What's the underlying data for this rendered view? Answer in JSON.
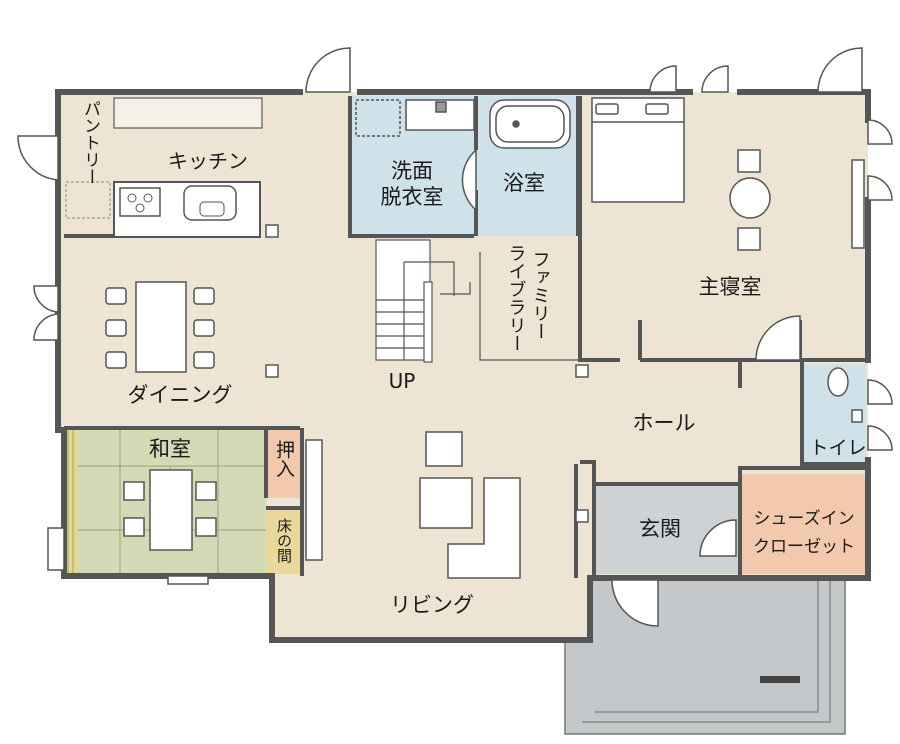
{
  "colors": {
    "floor": "#ede4d3",
    "wet": "#cfe2ea",
    "tatami": "#d3dbb6",
    "accent_room": "#f3c9ad",
    "entry": "#cfd2d5",
    "porch": "#c5c8cb",
    "wall": "#555555"
  },
  "rooms": {
    "pantry": "パントリー",
    "kitchen": "キッチン",
    "washroom_line1": "洗面",
    "washroom_line2": "脱衣室",
    "bath": "浴室",
    "family_library_line1": "ファミリー",
    "family_library_line2": "ライブラリー",
    "master_bedroom": "主寝室",
    "dining": "ダイニング",
    "stairs_up": "UP",
    "hall": "ホール",
    "toilet": "トイレ",
    "washitsu": "和室",
    "oshiire": "押入",
    "tokonoma": "床の間",
    "living": "リビング",
    "entrance": "玄関",
    "shoes_closet_line1": "シューズイン",
    "shoes_closet_line2": "クローゼット"
  }
}
